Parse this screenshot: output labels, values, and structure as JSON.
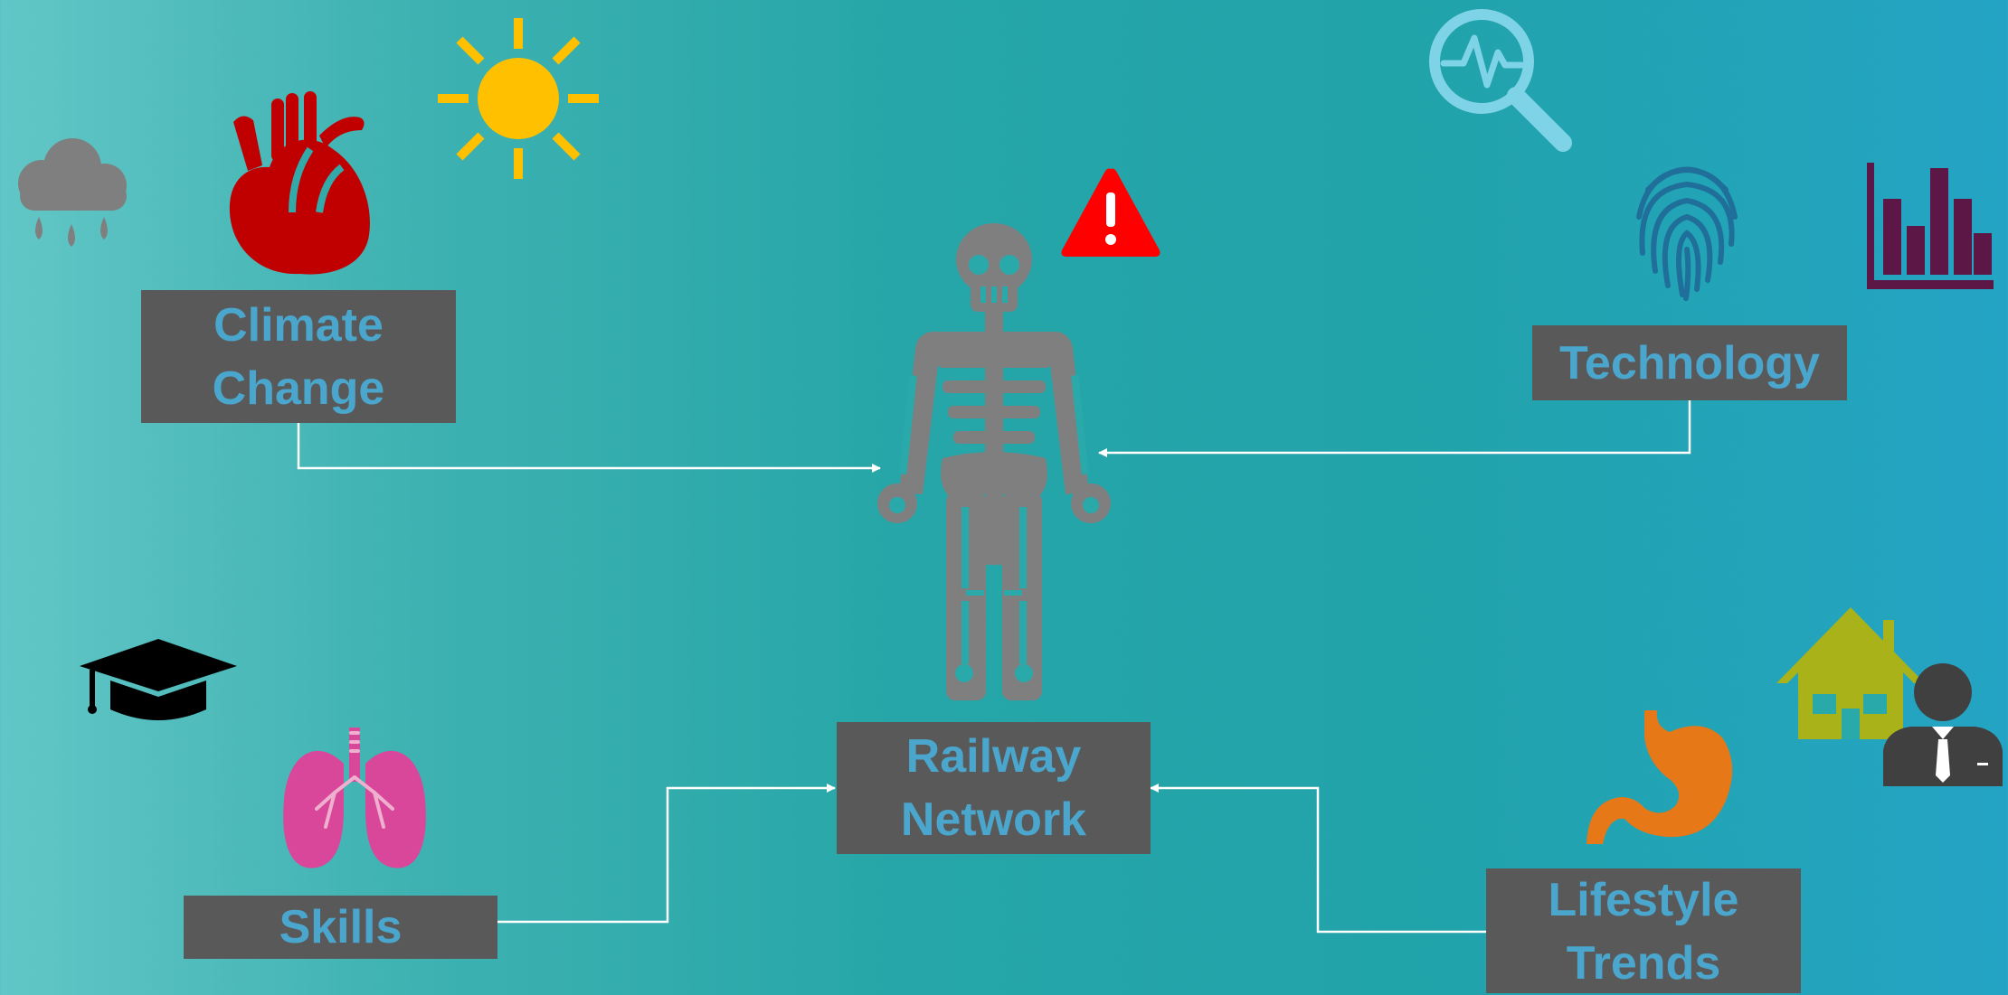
{
  "diagram": {
    "nodes": {
      "climate": {
        "line1": "Climate",
        "line2": "Change"
      },
      "technology": {
        "label": "Technology"
      },
      "railway": {
        "line1": "Railway",
        "line2": "Network"
      },
      "skills": {
        "label": "Skills"
      },
      "lifestyle": {
        "line1": "Lifestyle",
        "line2": "Trends"
      }
    },
    "edges": [
      {
        "from": "Climate Change",
        "to": "skeleton"
      },
      {
        "from": "Technology",
        "to": "skeleton"
      },
      {
        "from": "Skills",
        "to": "Railway Network"
      },
      {
        "from": "Lifestyle Trends",
        "to": "Railway Network"
      }
    ],
    "icons": [
      "rain-cloud-icon",
      "heart-icon",
      "sun-icon",
      "warning-icon",
      "skeleton-icon",
      "magnifier-pulse-icon",
      "fingerprint-icon",
      "bar-chart-icon",
      "graduation-cap-icon",
      "lungs-icon",
      "stomach-icon",
      "house-icon",
      "businessman-icon"
    ]
  },
  "colors": {
    "box_fill": "#595959",
    "label_text": "#4aa6cc",
    "connector": "#ffffff",
    "heart": "#c00000",
    "sun": "#ffc000",
    "warning": "#ff0000",
    "skeleton": "#7f7f7f",
    "fingerprint": "#1f6f9a",
    "bar_chart": "#5c1747",
    "lungs": "#d9479a",
    "stomach": "#e67817",
    "house": "#a9b319",
    "businessman": "#404040",
    "cloud": "#7f7f7f",
    "magnifier": "#7fd3e6"
  }
}
